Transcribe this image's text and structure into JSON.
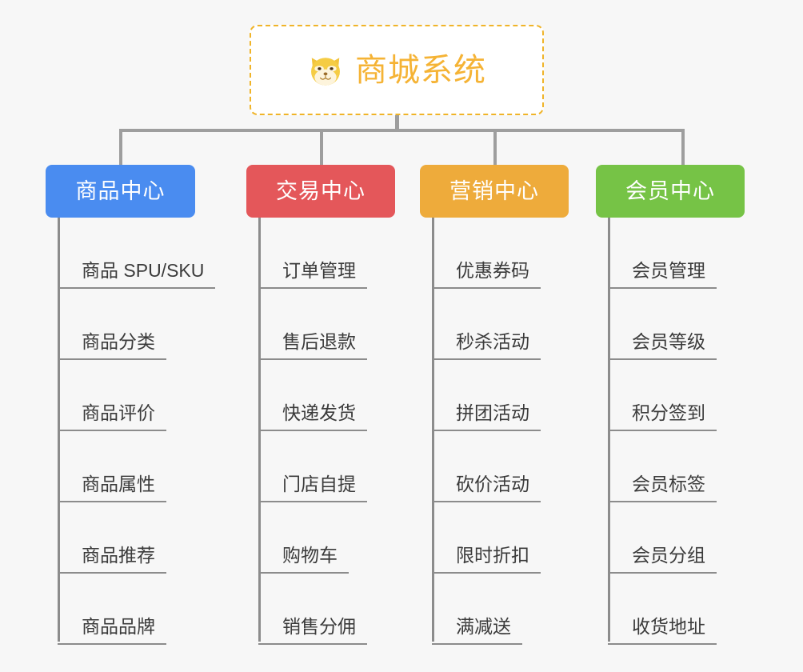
{
  "diagram": {
    "type": "mind-map",
    "background_color": "#f7f7f7",
    "root": {
      "label": "商城系统",
      "icon": "dog-face-icon",
      "text_color": "#f5b335",
      "border_color": "#f0b429",
      "background_color": "#ffffff"
    },
    "connector_color": "#9e9e9e",
    "branches": [
      {
        "label": "商品中心",
        "color": "#4a8cf0",
        "leaves": [
          "商品 SPU/SKU",
          "商品分类",
          "商品评价",
          "商品属性",
          "商品推荐",
          "商品品牌"
        ]
      },
      {
        "label": "交易中心",
        "color": "#e4575a",
        "leaves": [
          "订单管理",
          "售后退款",
          "快递发货",
          "门店自提",
          "购物车",
          "销售分佣"
        ]
      },
      {
        "label": "营销中心",
        "color": "#eeab3b",
        "leaves": [
          "优惠券码",
          "秒杀活动",
          "拼团活动",
          "砍价活动",
          "限时折扣",
          "满减送"
        ]
      },
      {
        "label": "会员中心",
        "color": "#76c346",
        "leaves": [
          "会员管理",
          "会员等级",
          "积分签到",
          "会员标签",
          "会员分组",
          "收货地址"
        ]
      }
    ]
  }
}
